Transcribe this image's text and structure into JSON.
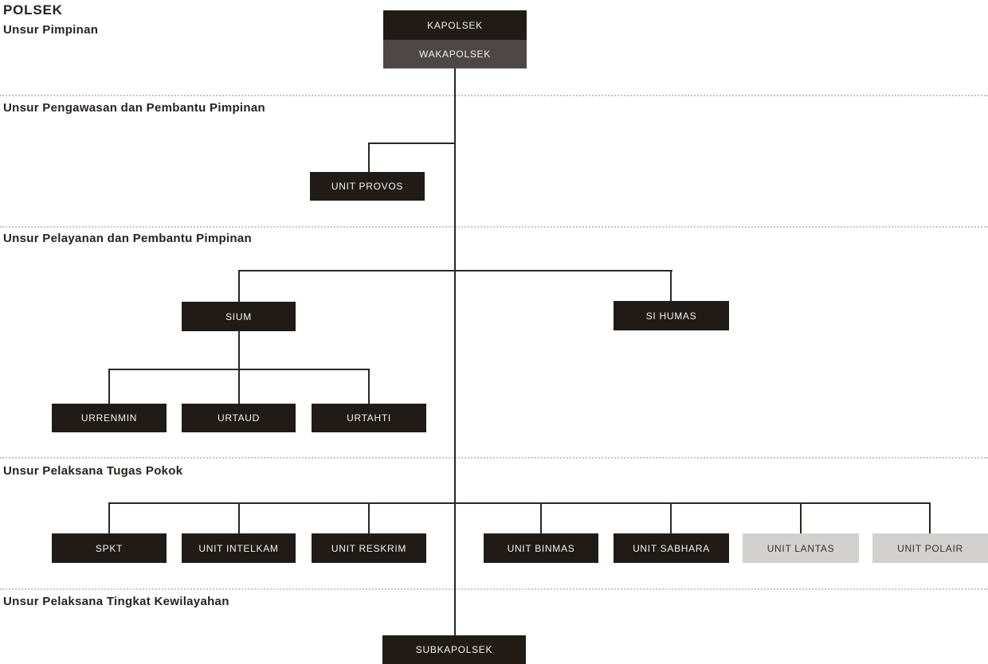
{
  "page": {
    "title": "POLSEK"
  },
  "sections": [
    {
      "label": "Unsur Pimpinan"
    },
    {
      "label": "Unsur Pengawasan dan Pembantu Pimpinan"
    },
    {
      "label": "Unsur Pelayanan dan Pembantu Pimpinan"
    },
    {
      "label": "Unsur Pelaksana Tugas Pokok"
    },
    {
      "label": "Unsur Pelaksana Tingkat Kewilayahan"
    }
  ],
  "nodes": {
    "kapolsek": "KAPOLSEK",
    "wakapolsek": "WAKAPOLSEK",
    "unit_provos": "UNIT PROVOS",
    "sium": "SIUM",
    "si_humas": "SI HUMAS",
    "urrenmin": "URRENMIN",
    "urtaud": "URTAUD",
    "urtahti": "URTAHTI",
    "spkt": "SPKT",
    "unit_intelkam": "UNIT INTELKAM",
    "unit_reskrim": "UNIT RESKRIM",
    "unit_binmas": "UNIT BINMAS",
    "unit_sabhara": "UNIT SABHARA",
    "unit_lantas": "UNIT LANTAS",
    "unit_polair": "UNIT POLAIR",
    "subkapolsek": "SUBKAPOLSEK"
  },
  "colors": {
    "box_dark": "#201b17",
    "box_gray": "#4d4846",
    "box_light": "#d2d1d0",
    "box_text_light": "#f4f3f2",
    "box_text_dark": "#35302d",
    "connector": "#2b2620",
    "divider_dots": "#c6c6c6",
    "heading_text": "#27211e",
    "background": "#ffffff"
  }
}
